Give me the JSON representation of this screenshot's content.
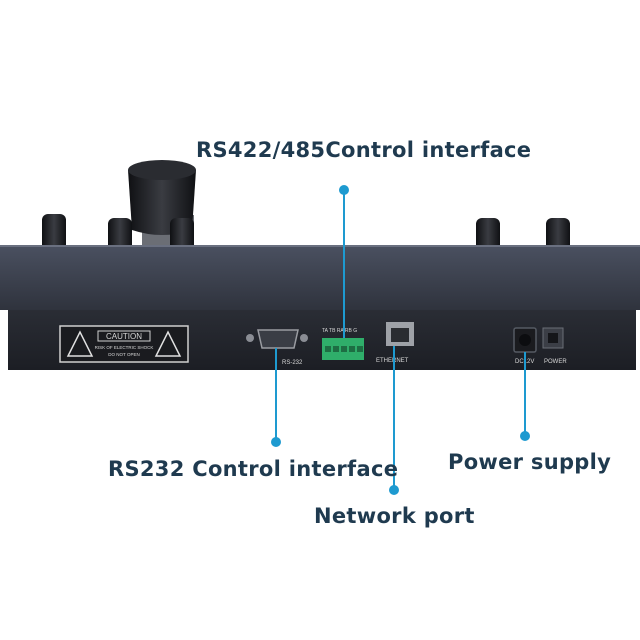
{
  "callouts": {
    "rs422": "RS422/485Control interface",
    "rs232": "RS232 Control interface",
    "power": "Power supply",
    "network": "Network port"
  },
  "panel_text": {
    "caution": "CAUTION",
    "caution_line1": "RISK OF ELECTRIC SHOCK",
    "caution_line2": "DO NOT OPEN",
    "rs232_port": "RS-232",
    "terminal_pins": "TA TB RA RB G",
    "ethernet_port": "ETHERNET",
    "dc_port": "DC12V",
    "power_switch": "POWER"
  },
  "colors": {
    "callout_text": "#1f3a4f",
    "callout_line": "#1e9ad0",
    "panel": "#2b2f3a",
    "terminal_block": "#2fae6a"
  }
}
